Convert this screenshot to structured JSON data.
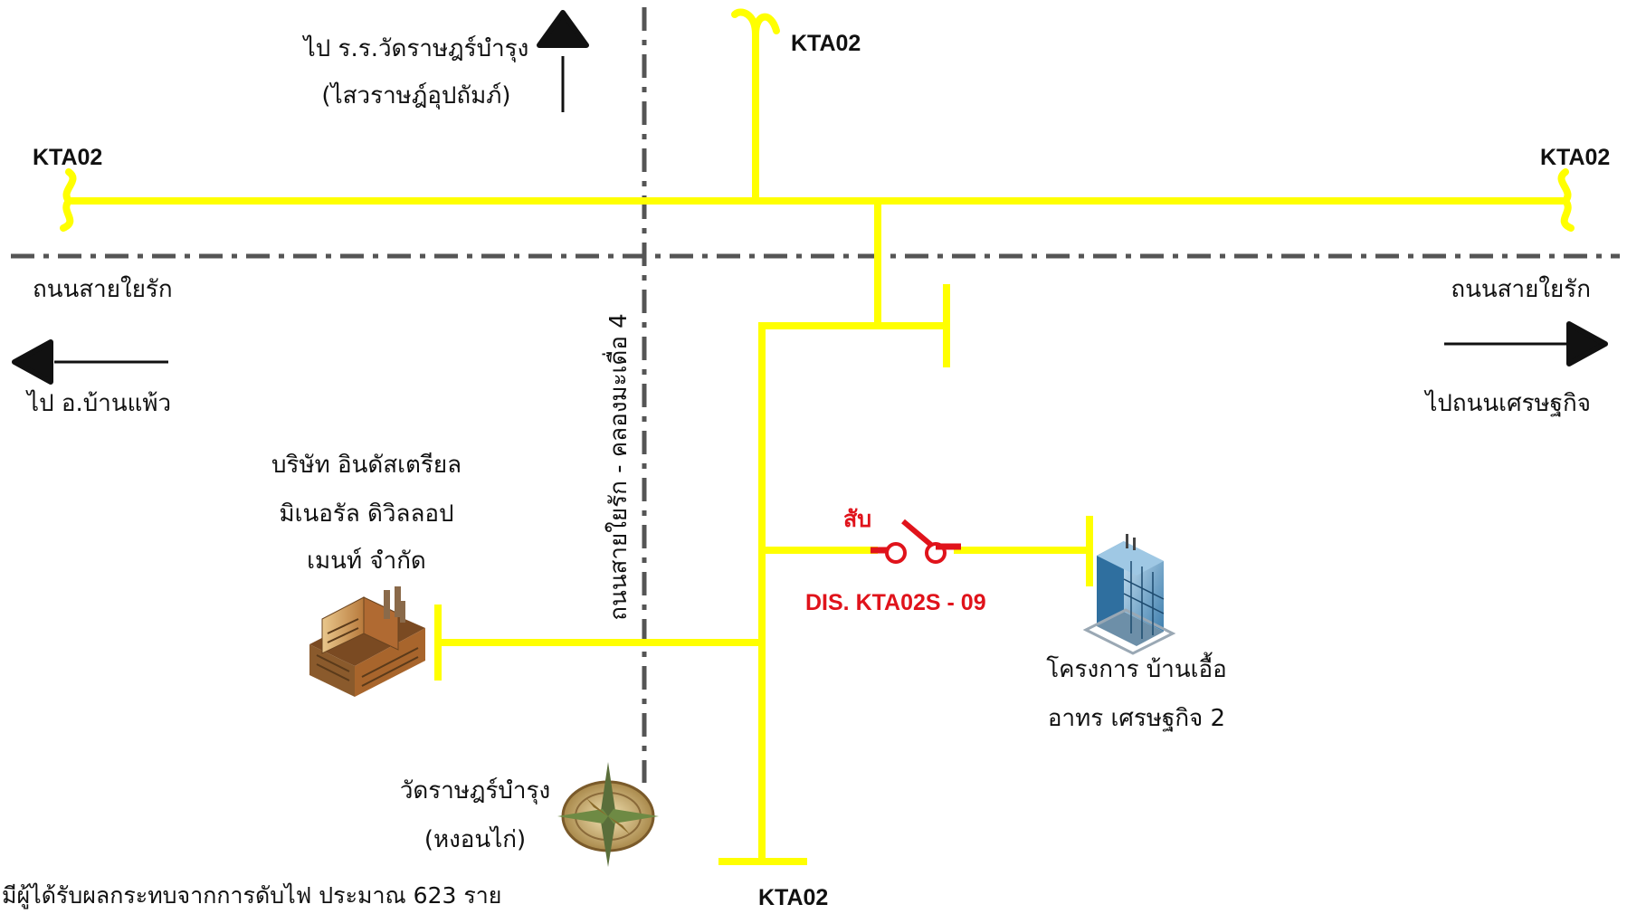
{
  "feeder_labels": {
    "top": "KTA02",
    "left": "KTA02",
    "right": "KTA02",
    "bottom": "KTA02"
  },
  "roads": {
    "horizontal_left": "ถนนสายใยรัก",
    "horizontal_right": "ถนนสายใยรัก",
    "vertical": "ถนนสายใยรัก - คลองมะเดื่อ 4"
  },
  "directions": {
    "north": [
      "ไป ร.ร.วัดราษฎร์บำรุง",
      "(ไสวราษฎ์อุปถัมภ์)"
    ],
    "west": "ไป อ.บ้านแพ้ว",
    "east": "ไปถนนเศรษฐกิจ"
  },
  "places": {
    "factory": [
      "บริษัท อินดัสเตรียล",
      "มิเนอรัล ดิวิลลอป",
      "เมนท์ จำกัด"
    ],
    "building": [
      "โครงการ บ้านเอื้อ",
      "อาทร เศรษฐกิจ 2"
    ],
    "temple": [
      "วัดราษฎร์บำรุง",
      "(หงอนไก่)"
    ]
  },
  "switch": {
    "state": "สับ",
    "id": "DIS. KTA02S - 09"
  },
  "footer_note": "มีผู้ได้รับผลกระทบจากการดับไฟ ประมาณ 623 ราย",
  "colors": {
    "feeder_line": "#ffff00",
    "switch": "#e0131b",
    "road": "#555555"
  },
  "icons": [
    "factory-icon",
    "office-building-icon",
    "compass-rose-icon",
    "arrow-up-icon",
    "arrow-left-icon",
    "arrow-right-icon"
  ]
}
